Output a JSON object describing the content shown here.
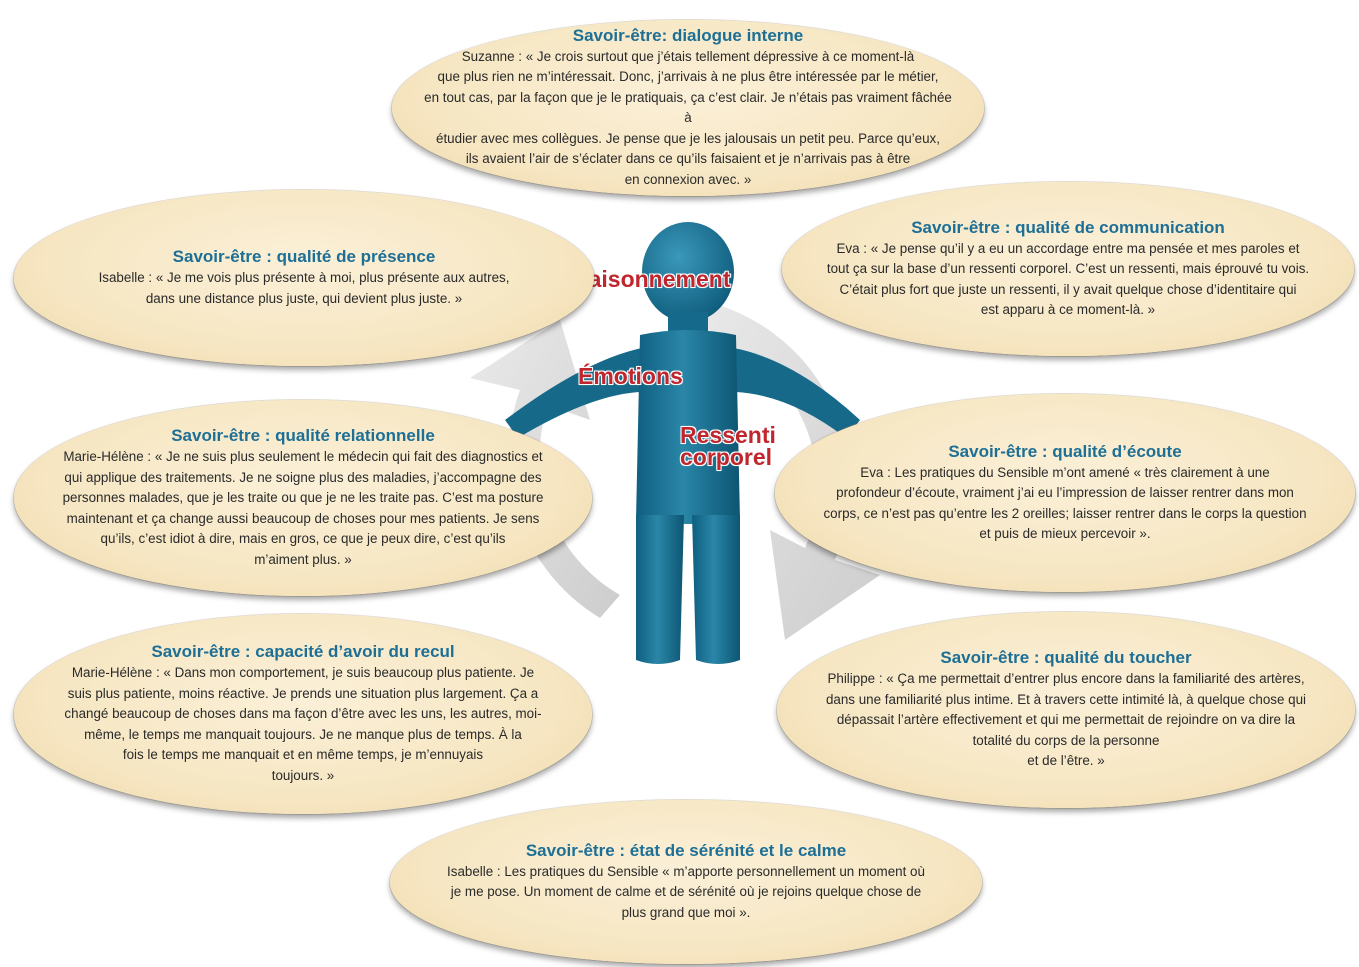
{
  "figure_labels": {
    "raisonnement": "Raisonnement",
    "emotions": "Émotions",
    "ressenti": "Ressenti\ncorporel"
  },
  "colors": {
    "title_blue": "#1d6f96",
    "label_red": "#c0262d",
    "ellipse_fill": "#f6e6c2",
    "figure_teal": "#1a6f8e",
    "arrow_gray": "#d9d9d9"
  },
  "ellipses": {
    "dialogue": {
      "title": "Savoir-être: dialogue interne",
      "quote": "Suzanne : « Je crois surtout que j’étais tellement dépressive à ce moment-là\nque plus rien ne m’intéressait. Donc, j’arrivais à ne plus être intéressée par le métier,\nen tout cas, par la façon que je le pratiquais, ça c’est clair. Je n’étais pas vraiment fâchée à\nétudier avec mes collègues. Je pense que je les jalousais un petit peu. Parce qu’eux,\nils avaient l’air de s’éclater dans ce qu’ils faisaient et je n’arrivais pas à être\nen connexion avec. »"
    },
    "communication": {
      "title": "Savoir-être : qualité de communication",
      "quote": "Eva : « Je pense qu’il y a eu un accordage entre ma pensée et mes paroles et\ntout ça sur la base d’un ressenti corporel. C’est un ressenti, mais éprouvé tu vois.\nC’était plus fort que juste un ressenti, il y avait quelque chose d’identitaire qui\nest apparu à ce moment-là. »"
    },
    "presence": {
      "title": "Savoir-être : qualité de présence",
      "quote": "Isabelle : « Je me vois plus présente à moi, plus présente aux autres,\ndans une distance plus juste, qui devient plus juste. »"
    },
    "relationnelle": {
      "title": "Savoir-être : qualité relationnelle",
      "quote": "Marie-Hélène : « Je ne suis plus seulement le médecin qui fait des diagnostics et\nqui applique des traitements. Je ne soigne plus des maladies, j’accompagne des\npersonnes malades, que je les traite ou que je ne les traite pas. C’est ma posture\nmaintenant et ça change aussi beaucoup de choses pour mes patients. Je sens\nqu’ils, c’est idiot à dire, mais en gros, ce que je peux dire, c’est qu’ils\nm’aiment plus. »"
    },
    "ecoute": {
      "title": "Savoir-être : qualité d’écoute",
      "quote": "Eva : Les pratiques du Sensible m’ont amené « très clairement à une\nprofondeur d’écoute, vraiment j’ai eu l’impression de laisser rentrer dans mon\ncorps, ce n’est pas qu’entre les 2 oreilles; laisser rentrer dans le corps la question\net puis de mieux percevoir »."
    },
    "recul": {
      "title": "Savoir-être : capacité d’avoir du recul",
      "quote": "Marie-Hélène : « Dans mon comportement, je suis beaucoup plus patiente. Je\nsuis plus patiente, moins réactive. Je prends une situation plus largement. Ça a\nchangé beaucoup de choses dans ma façon d’être avec les uns, les autres, moi-\nmême, le temps me manquait toujours. Je ne manque plus de temps. À la\nfois le temps me manquait et en même temps, je m’ennuyais\ntoujours. »"
    },
    "toucher": {
      "title": "Savoir-être : qualité du toucher",
      "quote": "Philippe : « Ça me permettait d’entrer plus encore dans la familiarité des artères,\ndans une familiarité plus intime. Et à travers cette intimité là, à quelque chose qui\ndépassait l’artère effectivement et qui me permettait de rejoindre on va dire la\ntotalité du corps de la personne\net de l’être. »"
    },
    "serenite": {
      "title": "Savoir-être : état de sérénité et le calme",
      "quote": "Isabelle : Les pratiques du Sensible « m’apporte personnellement un moment où\nje me pose. Un moment de calme et de sérénité où je rejoins quelque chose de\nplus grand que moi »."
    }
  }
}
